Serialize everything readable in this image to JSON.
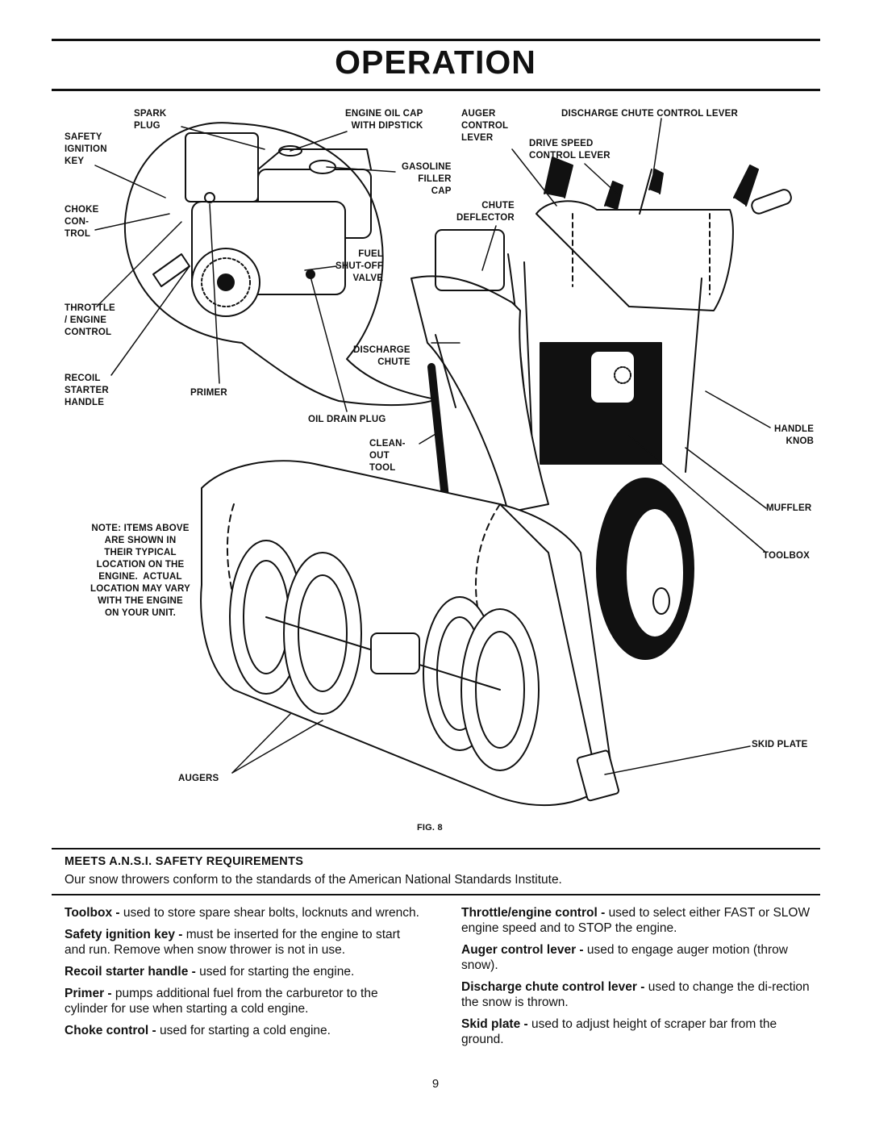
{
  "header": {
    "title": "OPERATION"
  },
  "figure": {
    "caption": "FIG. 8",
    "labels": {
      "spark_plug": "SPARK\nPLUG",
      "safety_ignition_key": "SAFETY\nIGNITION\nKEY",
      "choke_control": "CHOKE\nCON-\nTROL",
      "throttle": "THROTTLE\n/ ENGINE\nCONTROL",
      "recoil": "RECOIL\nSTARTER\nHANDLE",
      "primer": "PRIMER",
      "engine_oil_cap": "ENGINE OIL CAP\nWITH DIPSTICK",
      "gasoline_cap": "GASOLINE\nFILLER\nCAP",
      "fuel_valve": "FUEL\nSHUT-OFF\nVALVE",
      "discharge_chute": "DISCHARGE\nCHUTE",
      "oil_drain_plug": "OIL DRAIN PLUG",
      "clean_out_tool": "CLEAN-\nOUT\nTOOL",
      "auger_control_lever": "AUGER\nCONTROL\nLEVER",
      "chute_deflector": "CHUTE\nDEFLECTOR",
      "discharge_chute_control_lever": "DISCHARGE CHUTE CONTROL LEVER",
      "drive_speed_control_lever": "DRIVE SPEED\nCONTROL LEVER",
      "handle_knob": "HANDLE\nKNOB",
      "muffler": "MUFFLER",
      "toolbox": "TOOLBOX",
      "skid_plate": "SKID PLATE",
      "augers": "AUGERS",
      "note": "NOTE: ITEMS ABOVE\nARE SHOWN IN\nTHEIR TYPICAL\nLOCATION ON THE\nENGINE.  ACTUAL\nLOCATION MAY VARY\nWITH THE ENGINE\nON YOUR UNIT."
    }
  },
  "section": {
    "heading": "MEETS A.N.S.I. SAFETY REQUIREMENTS",
    "intro": "Our snow throwers conform to the standards of the American National Standards Institute."
  },
  "left_column": [
    {
      "term": "Toolbox - ",
      "text": "used to store spare shear bolts, locknuts and wrench."
    },
    {
      "term": "Safety ignition key - ",
      "text": "must be inserted for the engine to start and run.  Remove when snow thrower is not in use."
    },
    {
      "term": "Recoil starter handle - ",
      "text": "used for starting the engine."
    },
    {
      "term": "Primer - ",
      "text": "pumps additional fuel from the carburetor to the cylinder for use when starting a cold engine."
    },
    {
      "term": "Choke control - ",
      "text": "used for starting a cold engine."
    }
  ],
  "right_column": [
    {
      "term": "Throttle/engine control - ",
      "text": "used to select either FAST or SLOW engine speed and to STOP the engine."
    },
    {
      "term": "Auger control lever - ",
      "text": "used to engage auger motion (throw snow)."
    },
    {
      "term": "Discharge chute control lever - ",
      "text": "used to change the di-rection the snow is thrown."
    },
    {
      "term": "Skid plate - ",
      "text": "used to adjust height of scraper bar from the ground."
    }
  ],
  "footer": {
    "page_number": "9"
  }
}
